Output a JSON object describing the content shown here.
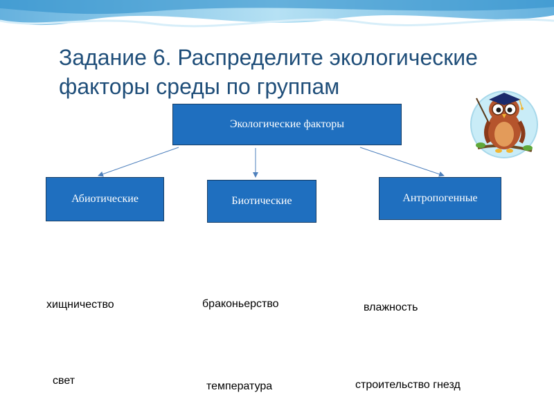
{
  "slide": {
    "title_line1": "Задание 6. Распределите экологические",
    "title_line2": "факторы среды по группам"
  },
  "diagram": {
    "root": "Экологические факторы",
    "groups": [
      "Абиотические",
      "Биотические",
      "Антропогенные"
    ]
  },
  "factors": [
    "хищничество",
    "браконьерство",
    "влажность",
    "свет",
    "температура",
    "строительство гнезд"
  ],
  "colors": {
    "box_fill": "#1f6fbf",
    "box_border": "#163d66",
    "connector": "#4f81bd",
    "title": "#1f4e79",
    "header_wave": "#8fc8e8"
  },
  "decoration": {
    "icon": "owl-with-graduation-cap-icon"
  }
}
